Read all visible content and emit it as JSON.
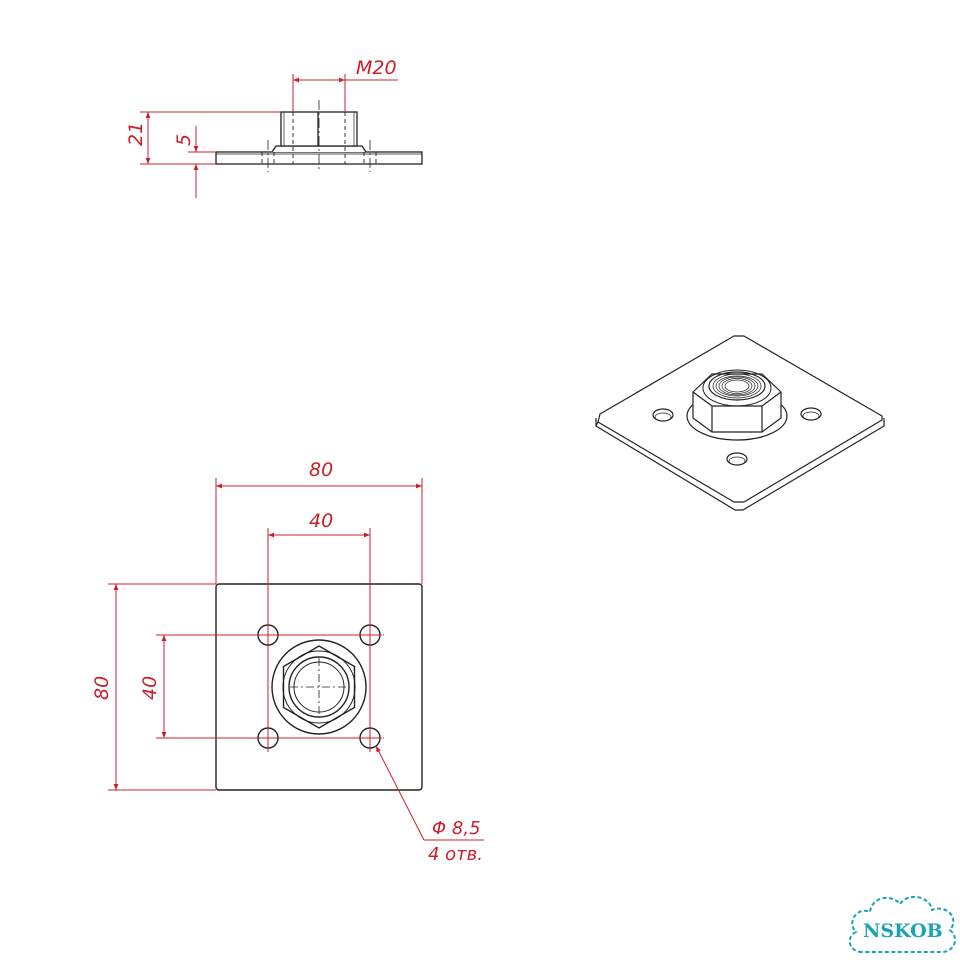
{
  "dimensions": {
    "thread": "M20",
    "total_height": "21",
    "plate_thickness": "5",
    "plate_width": "80",
    "hole_spacing_x": "40",
    "plate_height": "80",
    "hole_spacing_y": "40",
    "hole_diameter": "Φ 8,5",
    "hole_count": "4 отв."
  },
  "logo": {
    "text": "NSKOB"
  },
  "colors": {
    "dimension": "#c8202a",
    "outline": "#222222",
    "logo": "#1aa3b8"
  }
}
